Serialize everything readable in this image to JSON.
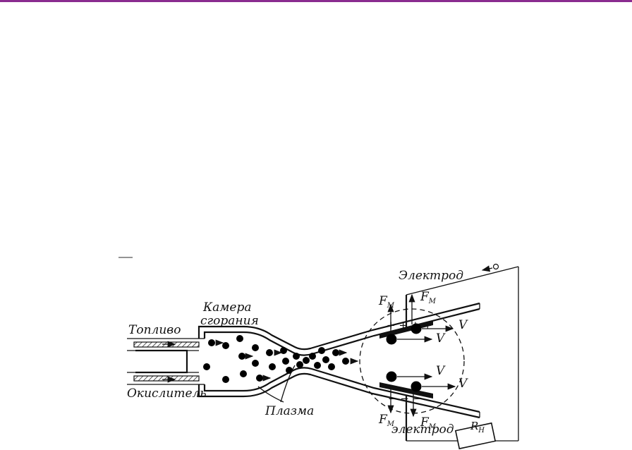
{
  "labels": {
    "electrode_top": "Электрод",
    "electrode_bottom": "электрод",
    "chamber_line1": "Камера",
    "chamber_line2": "сгорания",
    "fuel": "Топливо",
    "oxidizer": "Окислитель",
    "plasma": "Плазма",
    "force": "F",
    "force_sub": "M",
    "velocity": "V",
    "load": "R",
    "load_sub": "Н"
  },
  "colors": {
    "top_rule": "#8a2b8f",
    "ink": "#111111"
  }
}
